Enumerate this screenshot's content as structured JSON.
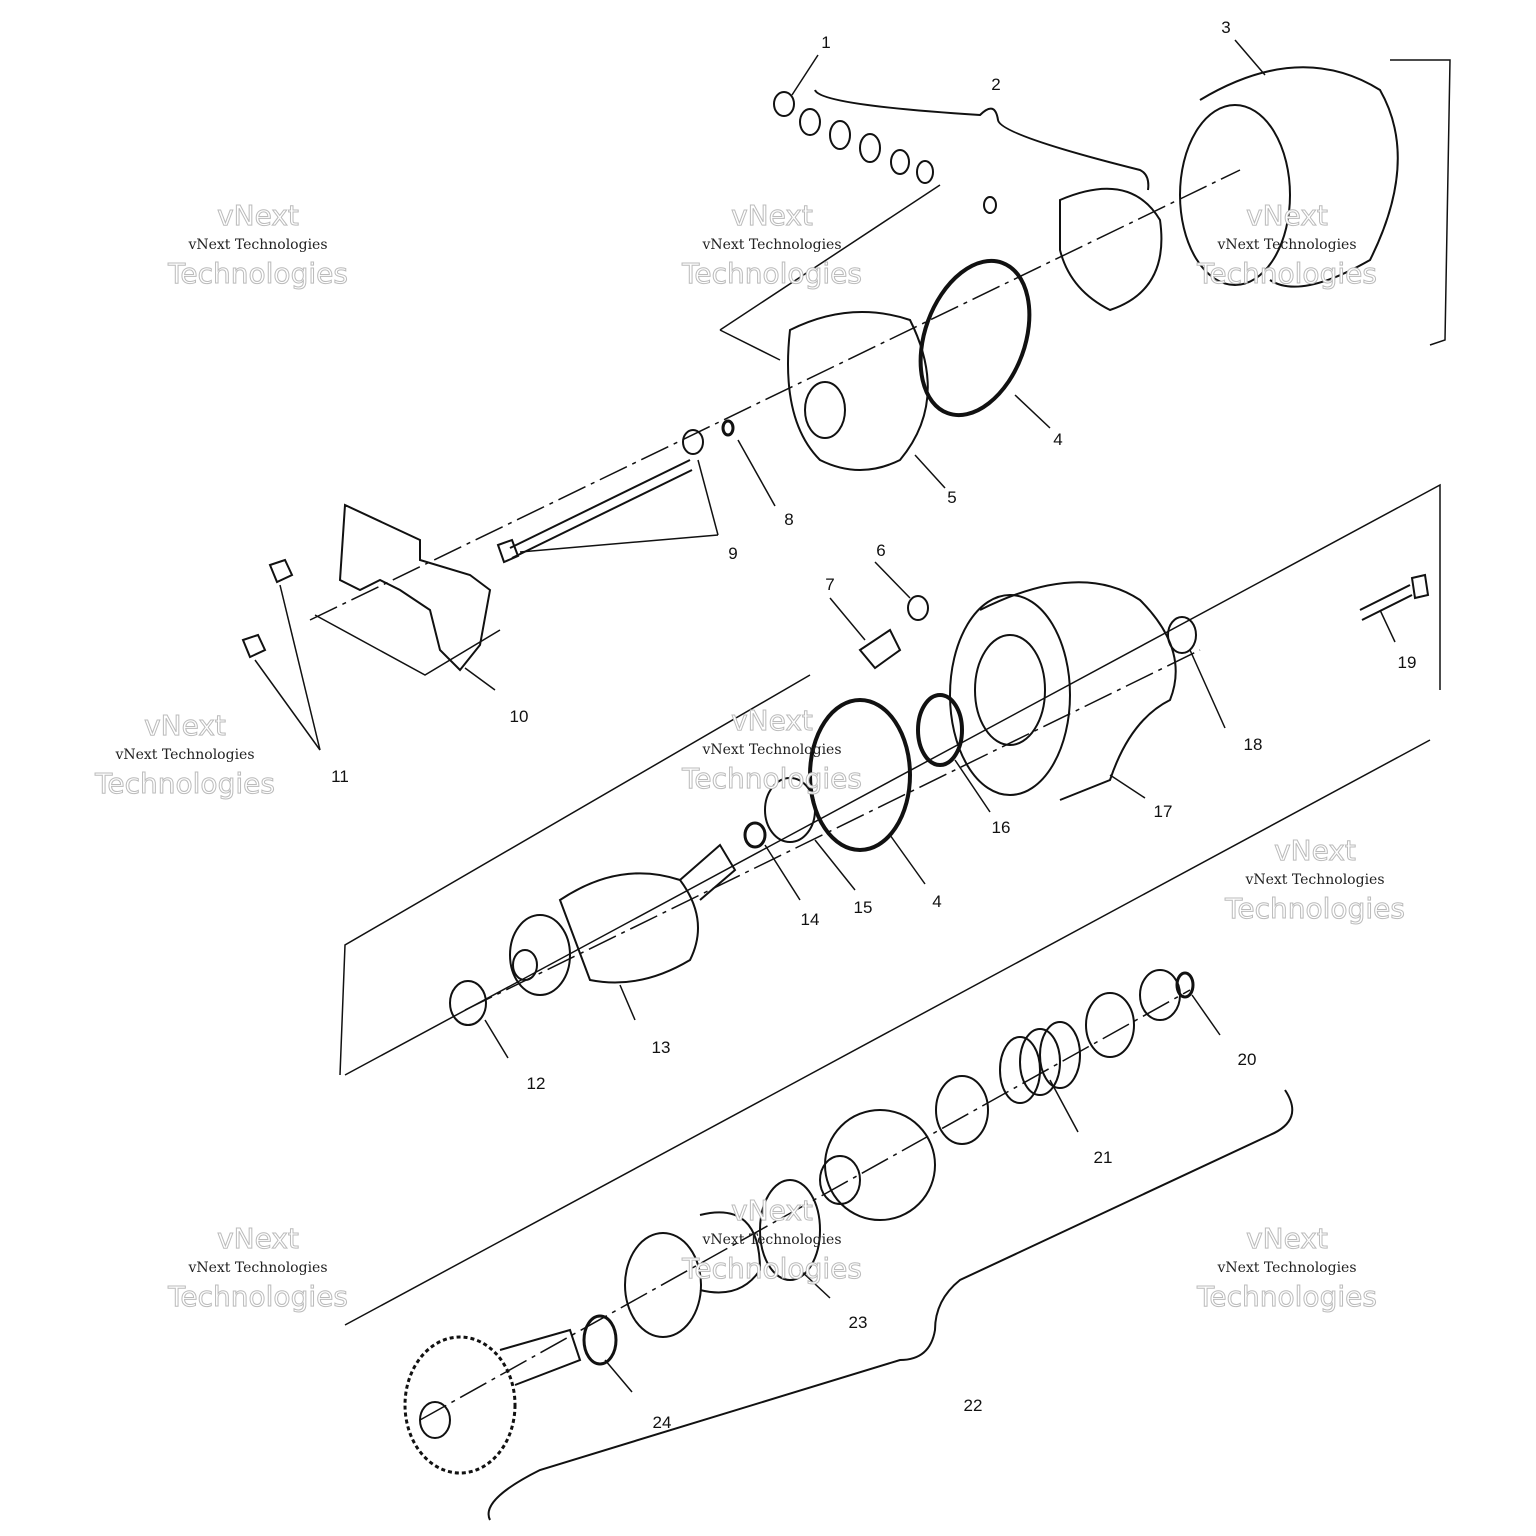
{
  "diagram": {
    "title": "Starter motor exploded view",
    "callouts": [
      "1",
      "2",
      "3",
      "4",
      "5",
      "8",
      "9",
      "6",
      "7",
      "10",
      "11",
      "19",
      "18",
      "16",
      "17",
      "4",
      "15",
      "14",
      "13",
      "12",
      "20",
      "21",
      "23",
      "22",
      "24"
    ]
  },
  "watermark": {
    "line1": "vNext",
    "line2": "Technologies",
    "caption": "vNext Technologies"
  }
}
